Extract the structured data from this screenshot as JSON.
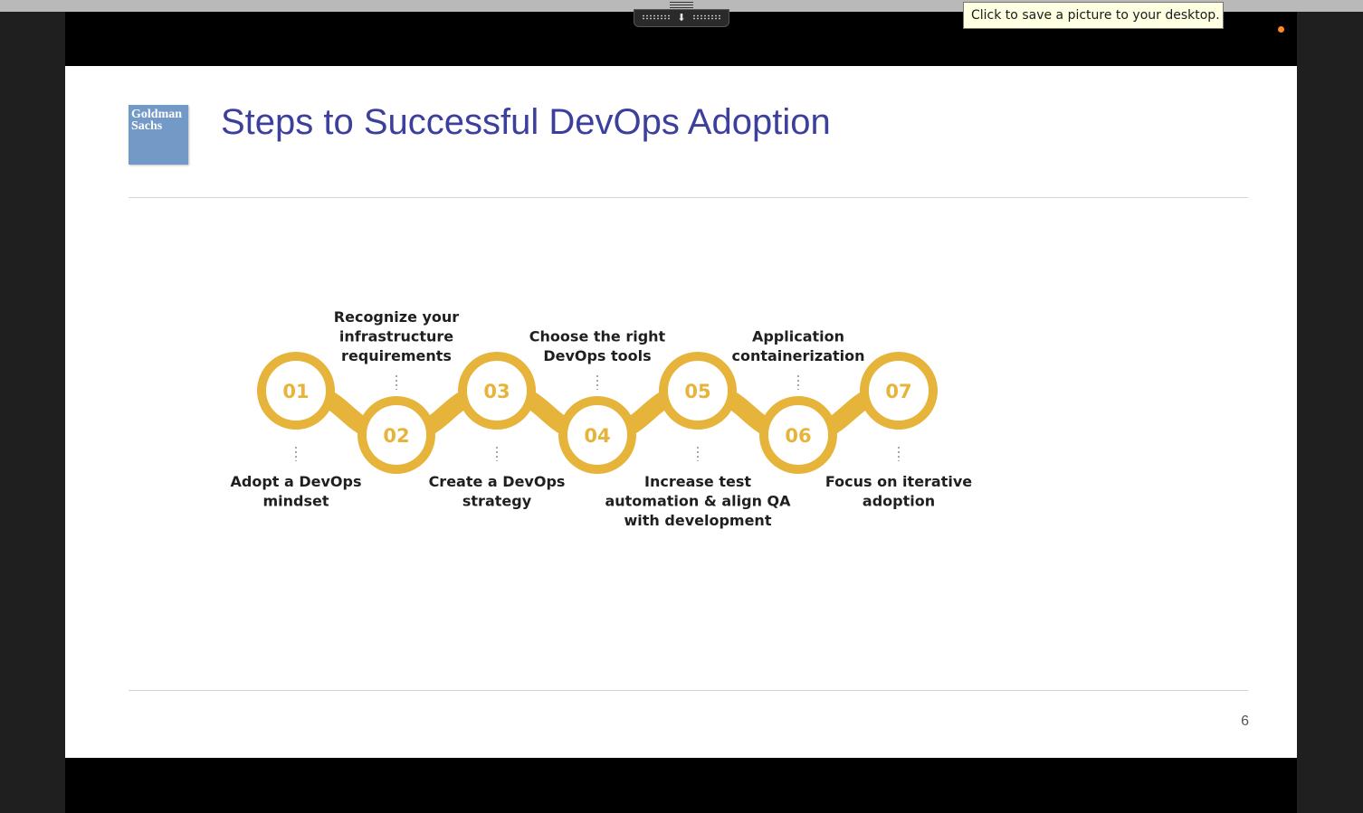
{
  "tooltip": {
    "text": "Click to save a picture to your desktop."
  },
  "slide": {
    "logo_line1": "Goldman",
    "logo_line2": "Sachs",
    "title": "Steps to Successful DevOps Adoption",
    "page_number": "6",
    "colors": {
      "title": "#3c3f9c",
      "chain": "#e6b43a",
      "logo_bg": "#7399c6"
    },
    "steps": [
      {
        "num": "01",
        "label_lines": [
          "Adopt a DevOps",
          "mindset"
        ],
        "position": "below"
      },
      {
        "num": "02",
        "label_lines": [
          "Recognize your",
          "infrastructure",
          "requirements"
        ],
        "position": "above"
      },
      {
        "num": "03",
        "label_lines": [
          "Create a DevOps",
          "strategy"
        ],
        "position": "below"
      },
      {
        "num": "04",
        "label_lines": [
          "Choose the right",
          "DevOps tools"
        ],
        "position": "above"
      },
      {
        "num": "05",
        "label_lines": [
          "Increase test",
          "automation & align QA",
          "with development"
        ],
        "position": "below"
      },
      {
        "num": "06",
        "label_lines": [
          "Application",
          "containerization"
        ],
        "position": "above"
      },
      {
        "num": "07",
        "label_lines": [
          "Focus on iterative",
          "adoption"
        ],
        "position": "below"
      }
    ]
  },
  "icons": {
    "handle_arrow": "down-arrow-icon",
    "recording": "recording-dot-icon"
  }
}
